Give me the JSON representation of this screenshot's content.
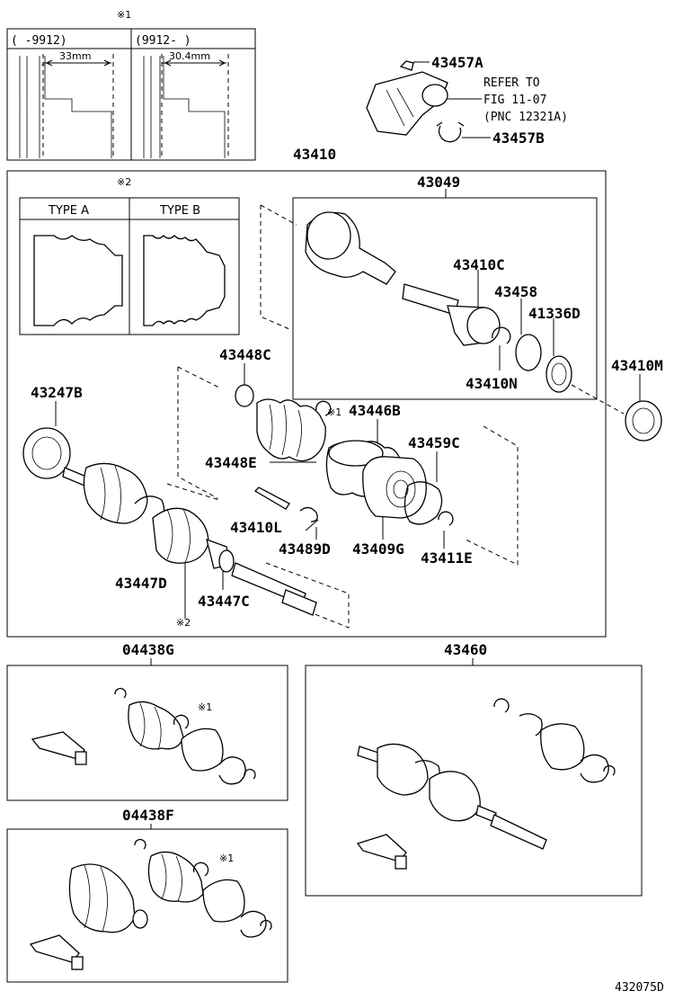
{
  "notes": {
    "note1_mark": "※1",
    "note2_mark": "※2",
    "note2_mark_bottom": "※2",
    "note1_mark_kit_g": "※1",
    "note1_mark_kit_f": "※1",
    "note1_mark_boot": "※1"
  },
  "dimension_box": {
    "left_range": "(   -9912)",
    "right_range": "(9912-   )",
    "left_dim": "33mm",
    "right_dim": "30.4mm"
  },
  "boot_types": {
    "type_a": "TYPE A",
    "type_b": "TYPE B"
  },
  "reference": {
    "line1": "REFER TO",
    "line2": "FIG 11-07",
    "line3": "(PNC 12321A)"
  },
  "part_numbers": {
    "p43457A": "43457A",
    "p43457B": "43457B",
    "p43410": "43410",
    "p43049": "43049",
    "p43410C": "43410C",
    "p43458": "43458",
    "p41336D": "41336D",
    "p43410N": "43410N",
    "p43410M": "43410M",
    "p43448C": "43448C",
    "p43446B": "43446B",
    "p43459C": "43459C",
    "p43448E": "43448E",
    "p43247B": "43247B",
    "p43410L": "43410L",
    "p43489D": "43489D",
    "p43409G": "43409G",
    "p43411E": "43411E",
    "p43447D": "43447D",
    "p43447C": "43447C",
    "p04438G": "04438G",
    "p43460": "43460",
    "p04438F": "04438F"
  },
  "figure_id": "432075D"
}
